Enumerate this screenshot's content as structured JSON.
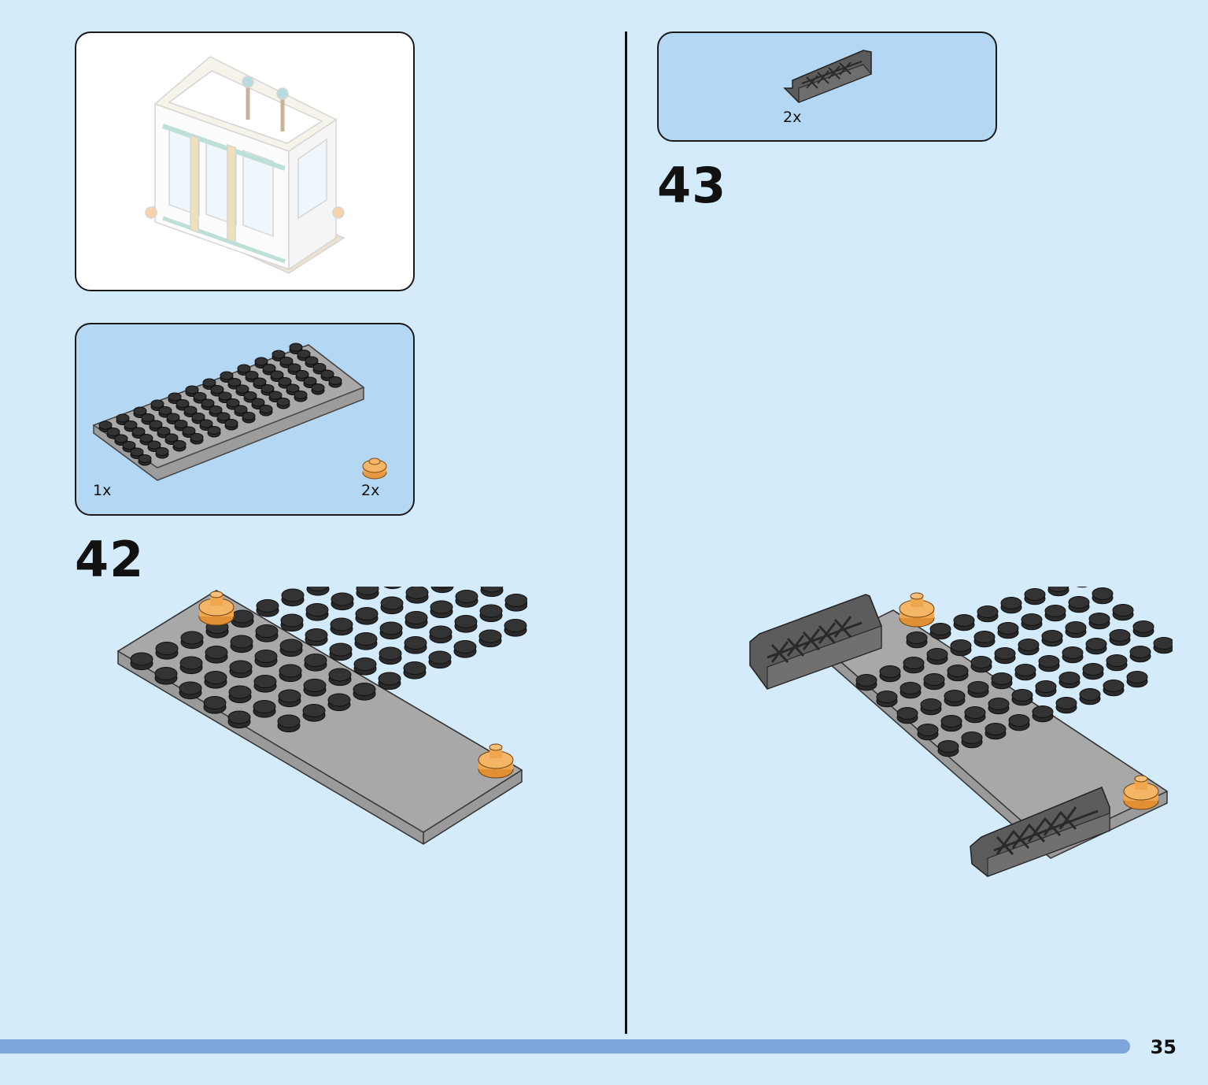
{
  "page": {
    "number": "35"
  },
  "steps": [
    {
      "number": "42",
      "parts": [
        {
          "qty": "1x",
          "part": "plate-6x12-dark-gray",
          "color": "#4a4a4a"
        },
        {
          "qty": "2x",
          "part": "round-plate-1x1-orange",
          "color": "#f0a64d"
        }
      ]
    },
    {
      "number": "43",
      "parts": [
        {
          "qty": "2x",
          "part": "fence-1x4-dark-gray",
          "color": "#5a5a5a"
        }
      ]
    }
  ],
  "colors": {
    "background": "#d4ebfb",
    "parts_box": "#b4d8f4",
    "progress_bar": "#7ea6da",
    "stud_dark": "#2a2a2a",
    "plate_gray": "#9c9c9c",
    "orange": "#f0a64d"
  }
}
